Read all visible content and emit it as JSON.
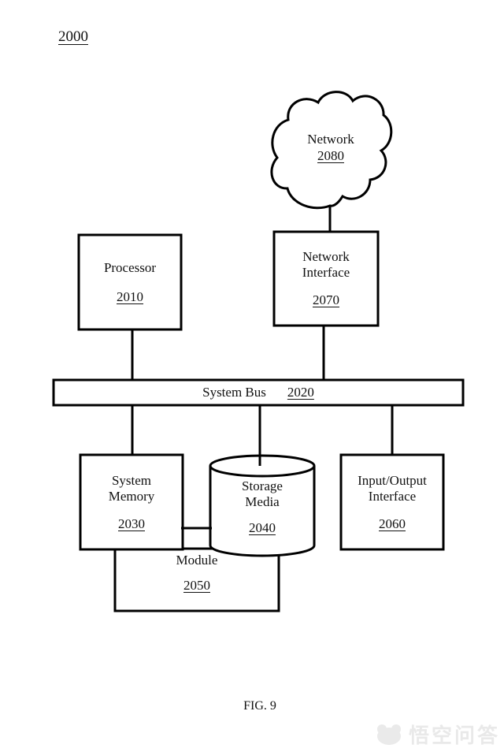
{
  "figure": {
    "diagram_ref": "2000",
    "caption": "FIG. 9"
  },
  "watermark": {
    "text": "悟空问答"
  },
  "nodes": {
    "network": {
      "label": "Network",
      "ref": "2080",
      "shape": "cloud"
    },
    "processor": {
      "label": "Processor",
      "ref": "2010",
      "shape": "rect"
    },
    "network_interface": {
      "label": "Network Interface",
      "ref": "2070",
      "shape": "rect"
    },
    "system_bus": {
      "label": "System Bus",
      "ref": "2020",
      "shape": "rect"
    },
    "system_memory": {
      "label": "System Memory",
      "ref": "2030",
      "shape": "rect"
    },
    "storage_media": {
      "label": "Storage Media",
      "ref": "2040",
      "shape": "cylinder"
    },
    "io_interface": {
      "label": "Input/Output Interface",
      "ref": "2060",
      "shape": "rect"
    },
    "module": {
      "label": "Module",
      "ref": "2050",
      "shape": "rect"
    }
  },
  "edges": [
    {
      "from": "network",
      "to": "network_interface"
    },
    {
      "from": "processor",
      "to": "system_bus"
    },
    {
      "from": "network_interface",
      "to": "system_bus"
    },
    {
      "from": "system_bus",
      "to": "system_memory"
    },
    {
      "from": "system_bus",
      "to": "storage_media"
    },
    {
      "from": "system_bus",
      "to": "io_interface"
    },
    {
      "from": "system_memory",
      "to": "storage_media"
    },
    {
      "from": "system_memory",
      "to": "module"
    },
    {
      "from": "storage_media",
      "to": "module"
    }
  ]
}
